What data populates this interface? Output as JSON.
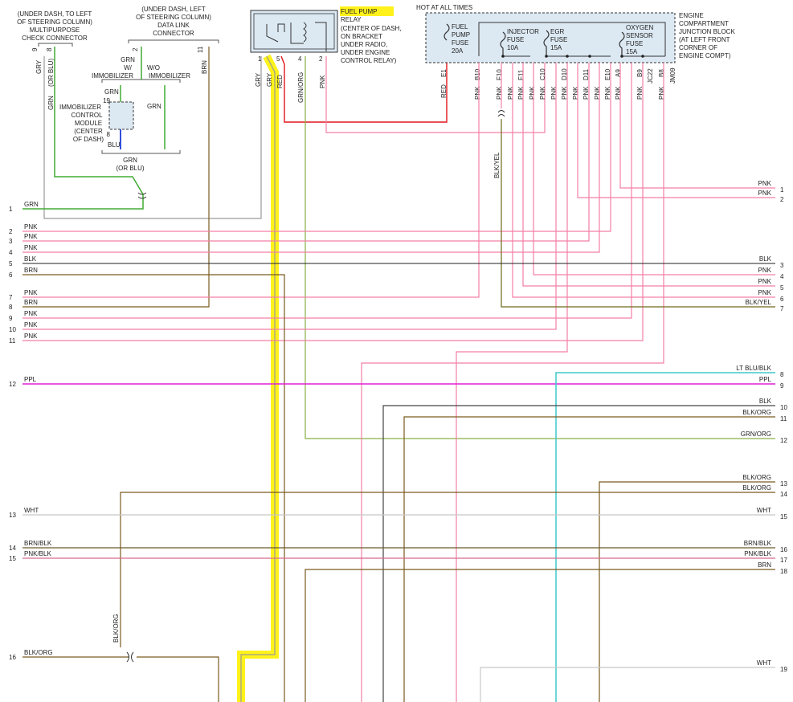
{
  "annotations": {
    "mpcc": [
      "(UNDER DASH, TO LEFT",
      "OF STEERING COLUMN)",
      "MULTIPURPOSE",
      "CHECK CONNECTOR"
    ],
    "dlc": [
      "(UNDER DASH, LEFT",
      "OF STEERING COLUMN)",
      "DATA LINK",
      "CONNECTOR"
    ],
    "relay": [
      "FUEL PUMP",
      "RELAY",
      "(CENTER OF DASH,",
      "ON BRACKET",
      "UNDER RADIO,",
      "UNDER ENGINE",
      "CONTROL RELAY)"
    ],
    "hot": "HOT AT ALL TIMES",
    "ecjb": [
      "ENGINE",
      "COMPARTMENT",
      "JUNCTION BLOCK",
      "(AT LEFT FRONT",
      "CORNER OF",
      "ENGINE COMPT)"
    ],
    "immo_module": [
      "IMMOBILIZER",
      "CONTROL",
      "MODULE",
      "(CENTER",
      "OF DASH)"
    ],
    "grn_w": [
      "GRN",
      "W/",
      "IMMOBILIZER"
    ],
    "wo": [
      "W/O",
      "IMMOBILIZER"
    ],
    "grn_or_blu": [
      "GRN",
      "(OR BLU)"
    ]
  },
  "fuses": [
    {
      "lines": [
        "FUEL",
        "PUMP",
        "FUSE",
        "20A"
      ]
    },
    {
      "lines": [
        "INJECTOR",
        "FUSE",
        "10A"
      ]
    },
    {
      "lines": [
        "EGR",
        "FUSE",
        "15A"
      ]
    },
    {
      "lines": [
        "OXYGEN",
        "SENSOR",
        "FUSE",
        "15A"
      ]
    }
  ],
  "pins": {
    "mpcc_9": "9",
    "mpcc_8": "8",
    "dlc_2": "2",
    "dlc_11": "11",
    "relay": [
      "1",
      "5",
      "4",
      "2"
    ],
    "immo_19": "19",
    "immo_8": "8",
    "jb": [
      "E1",
      "B10",
      "F10",
      "F11",
      "C10",
      "D10",
      "D11",
      "E10",
      "A9",
      "B9",
      "JC22",
      "B8",
      "JM09"
    ]
  },
  "wire_labels": {
    "top_left": [
      "GRY",
      "(OR BLU)",
      "GRN",
      "BRN",
      "GRN",
      "GRN",
      "BLU",
      "GRN"
    ],
    "relay": [
      "GRY",
      "GRY",
      "RED",
      "GRN/ORG",
      "PNK"
    ],
    "jb": [
      "RED",
      "PNK",
      "PNK",
      "PNK",
      "PNK",
      "PNK",
      "PNK",
      "PNK",
      "PNK",
      "PNK",
      "PNK",
      "PNK",
      "PNK",
      "PNK",
      "PNK",
      "PNK"
    ],
    "blkyel_vert": "BLK/YEL",
    "blkorg_vert": "BLK/ORG"
  },
  "left_rows": [
    {
      "num": "1",
      "label": "GRN"
    },
    {
      "num": "2",
      "label": "PNK"
    },
    {
      "num": "3",
      "label": "PNK"
    },
    {
      "num": "4",
      "label": "PNK"
    },
    {
      "num": "5",
      "label": "BLK"
    },
    {
      "num": "6",
      "label": "BRN"
    },
    {
      "num": "7",
      "label": "PNK"
    },
    {
      "num": "8",
      "label": "BRN"
    },
    {
      "num": "9",
      "label": "PNK"
    },
    {
      "num": "10",
      "label": "PNK"
    },
    {
      "num": "11",
      "label": "PNK"
    },
    {
      "num": "12",
      "label": "PPL"
    },
    {
      "num": "13",
      "label": "WHT"
    },
    {
      "num": "14",
      "label": "BRN/BLK"
    },
    {
      "num": "15",
      "label": "PNK/BLK"
    },
    {
      "num": "16",
      "label": "BLK/ORG"
    }
  ],
  "right_rows": [
    {
      "num": "1",
      "label": "PNK"
    },
    {
      "num": "2",
      "label": "PNK"
    },
    {
      "num": "3",
      "label": "BLK"
    },
    {
      "num": "4",
      "label": "PNK"
    },
    {
      "num": "5",
      "label": "PNK"
    },
    {
      "num": "6",
      "label": "PNK"
    },
    {
      "num": "7",
      "label": "BLK/YEL"
    },
    {
      "num": "8",
      "label": "LT BLU/BLK"
    },
    {
      "num": "9",
      "label": "PPL"
    },
    {
      "num": "10",
      "label": "BLK"
    },
    {
      "num": "11",
      "label": "BLK/ORG"
    },
    {
      "num": "12",
      "label": "GRN/ORG"
    },
    {
      "num": "13",
      "label": "BLK/ORG"
    },
    {
      "num": "14",
      "label": "BLK/ORG"
    },
    {
      "num": "15",
      "label": "WHT"
    },
    {
      "num": "16",
      "label": "BRN/BLK"
    },
    {
      "num": "17",
      "label": "PNK/BLK"
    },
    {
      "num": "18",
      "label": "BRN"
    },
    {
      "num": "19",
      "label": "WHT"
    }
  ],
  "colors": {
    "pink": "#f47fa8",
    "green": "#41ab33",
    "brown": "#7a5a1e",
    "gray": "#9a9a9a",
    "red": "#e0161c",
    "black": "#222222",
    "purple": "#e021d6",
    "olive": "#6d6b17",
    "grnorg": "#86b043",
    "cyan": "#3ec9cc",
    "highlight": "#fff21a",
    "relay_box": "#dce9f3"
  }
}
